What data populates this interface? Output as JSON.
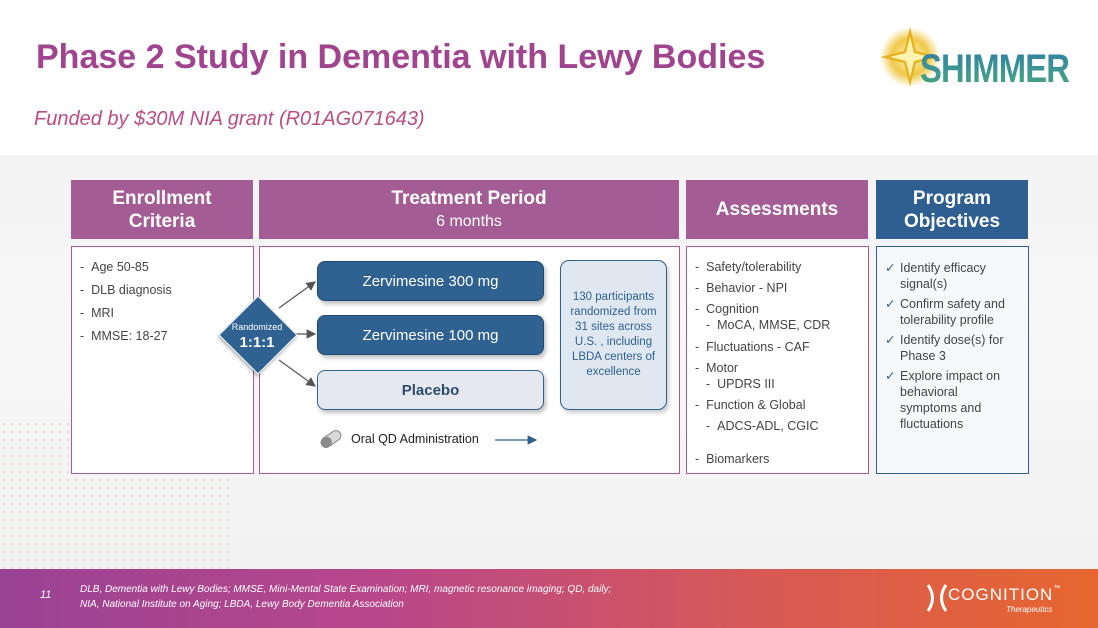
{
  "title": "Phase 2 Study in Dementia with Lewy Bodies",
  "subtitle": "Funded by $30M NIA grant (R01AG071643)",
  "logo": {
    "text": "SHIMMER",
    "icon": "sparkle-star-icon"
  },
  "columns": {
    "enrollment": {
      "header_line1": "Enrollment",
      "header_line2": "Criteria",
      "items": [
        "Age 50-85",
        "DLB diagnosis",
        "MRI",
        "MMSE: 18-27"
      ]
    },
    "treatment": {
      "header": "Treatment Period",
      "header_sub": "6 months",
      "randomized_label": "Randomized",
      "ratio": "1:1:1",
      "arms": [
        "Zervimesine 300 mg",
        "Zervimesine 100 mg",
        "Placebo"
      ],
      "participants": "130 participants randomized from 31 sites across U.S. , including LBDA centers of excellence",
      "administration": "Oral QD Administration"
    },
    "assessments": {
      "header": "Assessments",
      "items": [
        "Safety/tolerability",
        "Behavior - NPI",
        "Cognition",
        "MoCA, MMSE, CDR",
        "Fluctuations - CAF",
        "Motor",
        "UPDRS III",
        "Function & Global",
        "ADCS-ADL, CGIC",
        "Biomarkers"
      ]
    },
    "objectives": {
      "header_line1": "Program",
      "header_line2": "Objectives",
      "items": [
        "Identify efficacy signal(s)",
        "Confirm safety and tolerability profile",
        "Identify dose(s) for Phase 3",
        "Explore impact on behavioral symptoms and fluctuations"
      ]
    }
  },
  "footer": {
    "page_number": "11",
    "line1": "DLB, Dementia with Lewy Bodies; MMSE, Mini-Mental State Examination; MRI, magnetic resonance imaging; QD, daily;",
    "line2": "NIA, National Institute on Aging; LBDA, Lewy Body Dementia Association",
    "company": "COGNITION",
    "company_tm": "™",
    "company_sub": "Therapeutics"
  },
  "colors": {
    "title": "#a0448f",
    "purple_header": "#a45c94",
    "blue_header": "#2f5f91",
    "arm_blue": "#2f6191"
  }
}
